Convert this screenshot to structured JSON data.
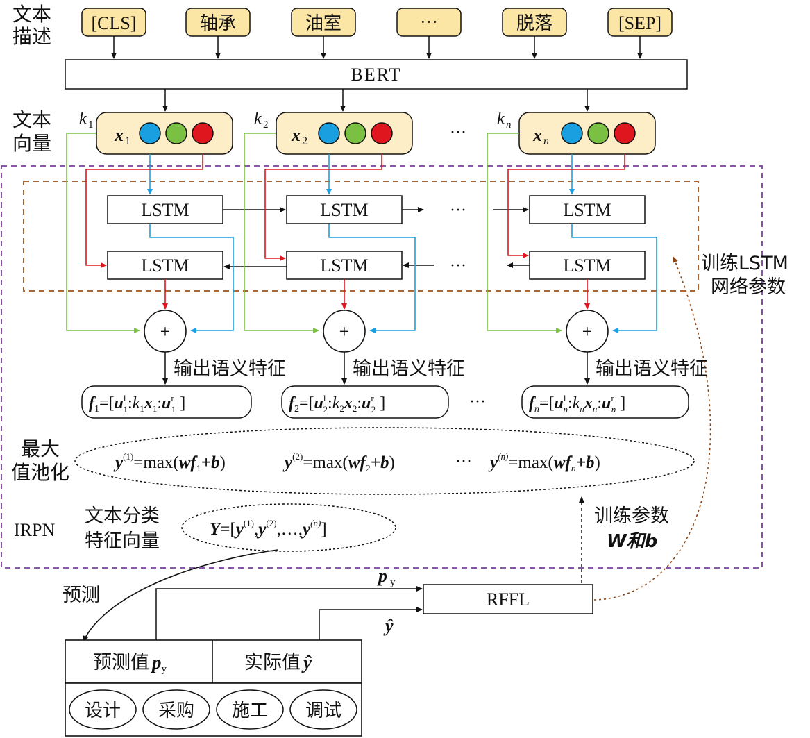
{
  "side_labels": {
    "text_desc": [
      "文本",
      "描述"
    ],
    "text_vec": [
      "文本",
      "向量"
    ],
    "max_pool": [
      "最大",
      "值池化"
    ],
    "irpn": "IRPN",
    "class_vec": [
      "文本分类",
      "特征向量"
    ],
    "train_lstm": [
      "训练LSTM",
      "网络参数"
    ],
    "train_params": "训练参数",
    "train_params_sub": "W和b",
    "predict": "预测"
  },
  "tokens": [
    "[CLS]",
    "轴承",
    "油室",
    "···",
    "脱落",
    "[SEP]"
  ],
  "bert_label": "BERT",
  "vectors": [
    {
      "k": "k",
      "k_sub": "1",
      "x": "x",
      "x_sub": "1"
    },
    {
      "k": "k",
      "k_sub": "2",
      "x": "x",
      "x_sub": "2"
    },
    {
      "k": "k",
      "k_sub": "n",
      "x": "x",
      "x_sub": "n"
    }
  ],
  "ellipsis": "···",
  "lstm_label": "LSTM",
  "plus": "+",
  "output_label": "输出语义特征",
  "features": [
    {
      "f": "f",
      "sub": "1"
    },
    {
      "f": "f",
      "sub": "2"
    },
    {
      "f": "f",
      "sub": "n"
    }
  ],
  "maxpool_formula": [
    {
      "y": "y",
      "sup": "(1)",
      "rest": "=max(",
      "w": "wf",
      "sub": "1",
      "tail": "+b)"
    },
    {
      "y": "y",
      "sup": "(2)",
      "rest": "=max(",
      "w": "wf",
      "sub": "2",
      "tail": "+b)"
    },
    {
      "y": "y",
      "sup": "(n)",
      "rest": "=max(",
      "w": "wf",
      "sub": "n",
      "tail": "+b)"
    }
  ],
  "class_formula": "Y=[y(1),y(2),…,y(n)]",
  "rffl_label": "RFFL",
  "py_label": "p",
  "py_sub": "y",
  "yhat_label": "ŷ",
  "table": {
    "pred": "预测值",
    "actual": "实际值",
    "stages": [
      "设计",
      "采购",
      "施工",
      "调试"
    ]
  },
  "colors": {
    "token_fill": "#fce6a6",
    "vec_fill": "#fdeec8",
    "blue": "#1aa0e0",
    "green": "#7ac143",
    "red": "#e0161e",
    "purple_dash": "#7a3e9d",
    "brown_dash": "#a0521c"
  }
}
